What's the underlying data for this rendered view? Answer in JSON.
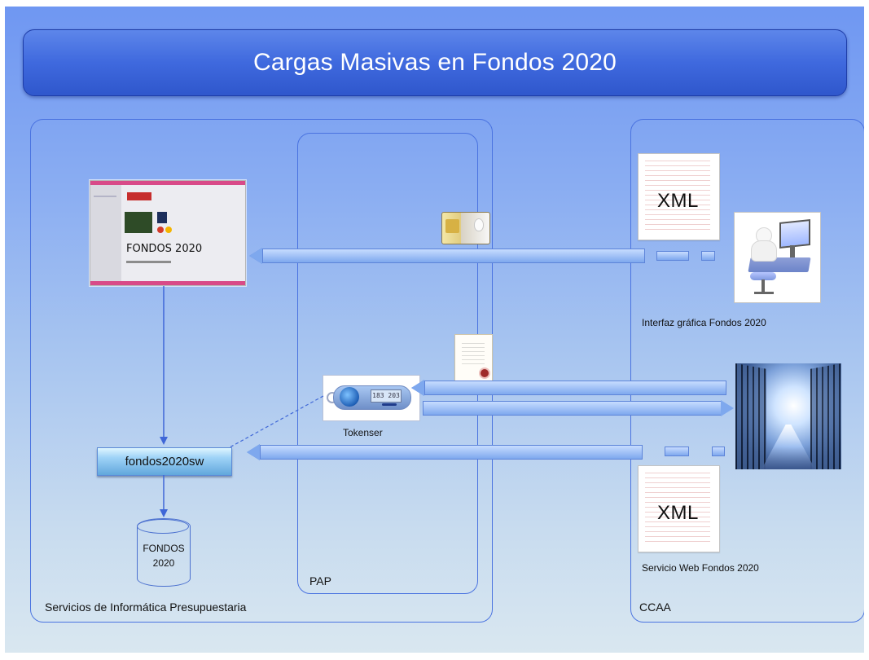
{
  "slide": {
    "title": "Cargas Masivas en Fondos 2020"
  },
  "panels": {
    "left_label": "Servicios de Informática  Presupuestaria",
    "middle_label": "PAP",
    "right_label": "CCAA"
  },
  "left_box": {
    "screen_title": "FONDOS 2020",
    "button_label": "fondos2020sw",
    "database_line_1": "FONDOS",
    "database_line_2": "2020"
  },
  "middle": {
    "token_label": "Tokenser",
    "token_screen_text": "183 203"
  },
  "right": {
    "xml_top": "XML",
    "xml_bottom": "XML",
    "caption_top": "Interfaz gráfica Fondos 2020",
    "caption_bottom": "Servicio Web Fondos 2020"
  },
  "icons": {
    "id_card": "id-card-icon",
    "certificate": "certificate-icon",
    "token": "token-device-icon",
    "server_room": "server-room-icon",
    "user_computer": "user-computer-icon",
    "database": "database-icon",
    "document": "xml-document-icon",
    "arrow": "arrow-icon"
  }
}
